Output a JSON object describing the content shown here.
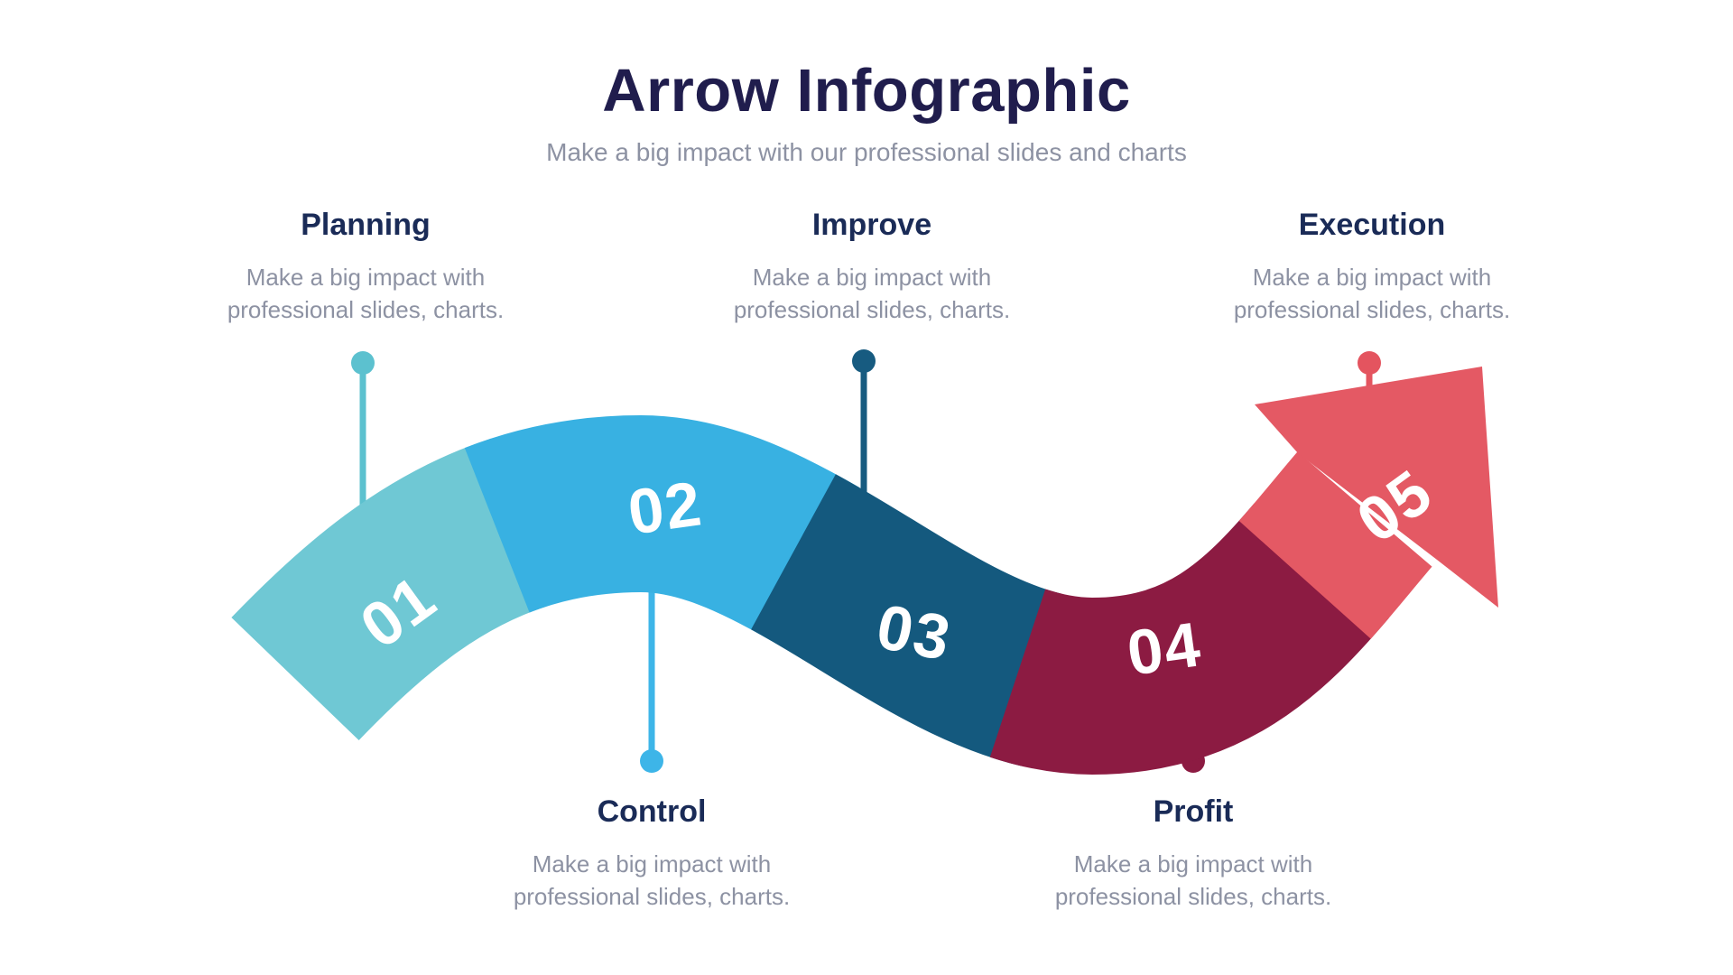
{
  "header": {
    "title": "Arrow Infographic",
    "subtitle": "Make a big impact with our professional slides and charts"
  },
  "colors": {
    "background": "#FFFFFF",
    "title_text": "#201D4D",
    "heading_text": "#1A2B57",
    "body_text": "#8D92A3"
  },
  "chart_data": {
    "type": "process-arrow-diagram",
    "title": "Arrow Infographic",
    "description": "Wavy arrow ribbon with 5 numbered segments; labels alternate above and below, linked by pin connectors",
    "steps": [
      {
        "number": "01",
        "label": "Planning",
        "description": "Make a big impact with\nprofessional slides, charts.",
        "segment_color": "#6FC8D4",
        "connector_color": "#5CC1CF",
        "label_position": "top"
      },
      {
        "number": "02",
        "label": "Control",
        "description": "Make a big impact with\nprofessional slides, charts.",
        "segment_color": "#38B1E2",
        "connector_color": "#3DB5E8",
        "label_position": "bottom"
      },
      {
        "number": "03",
        "label": "Improve",
        "description": "Make a big impact with\nprofessional slides, charts.",
        "segment_color": "#14597E",
        "connector_color": "#175B80",
        "label_position": "top"
      },
      {
        "number": "04",
        "label": "Profit",
        "description": "Make a big impact with\nprofessional slides, charts.",
        "segment_color": "#8C1B42",
        "connector_color": "#8C1B42",
        "label_position": "bottom"
      },
      {
        "number": "05",
        "label": "Execution",
        "description": "Make a big impact with\nprofessional slides, charts.",
        "segment_color": "#E45964",
        "connector_color": "#E4545F",
        "label_position": "top"
      }
    ]
  }
}
